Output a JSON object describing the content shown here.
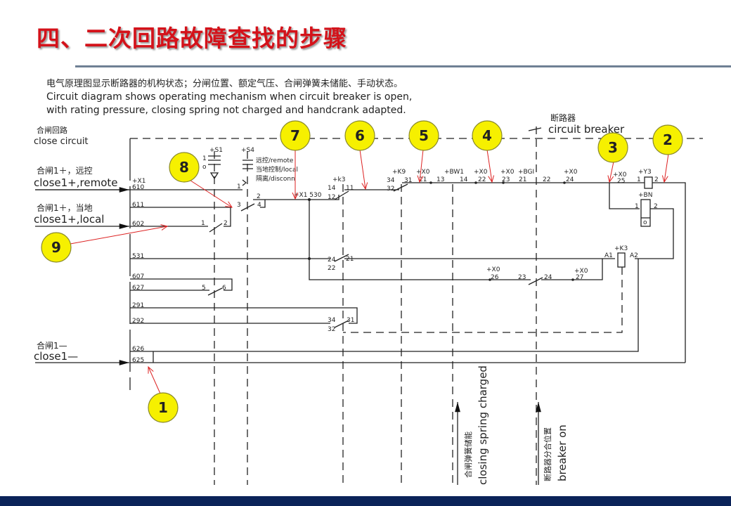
{
  "slide": {
    "title": "四、二次回路故障查找的步骤"
  },
  "diagram": {
    "note_cn": "电气原理图显示断路器的机构状态；分闸位置、额定气压、合闸弹簧未储能、手动状态。",
    "note_en_1": "Circuit diagram shows operating mechanism when circuit breaker is open,",
    "note_en_2": "with rating pressure, closing spring not charged and handcrank adapted.",
    "close_circuit_cn": "合闸回路",
    "close_circuit_en": "close circuit",
    "close_remote_cn": "合闸1＋，远控",
    "close_remote_en": "close1+,remote",
    "close_local_cn": "合闸1＋，当地",
    "close_local_en": "close1+,local",
    "close_minus_cn": "合闸1—",
    "close_minus_en": "close1—",
    "breaker_cn": "断路器",
    "breaker_en": "circuit breaker",
    "s4_remote": "远控/remote",
    "s4_local": "当地控制/local",
    "s4_disconn": "隔离/disconn",
    "spring_cn": "合闸弹簧储能",
    "spring_en": "closing spring charged",
    "breaker_on_cn": "断路器分合位置",
    "breaker_on_en": "breaker on",
    "labels": {
      "x1": "+X1",
      "t610": "610",
      "t611": "611",
      "t602": "602",
      "t531": "531",
      "t607": "607",
      "t627": "627",
      "t291": "291",
      "t292": "292",
      "t626": "626",
      "t625": "625",
      "s1": "+S1",
      "s4": "+S4",
      "s1_1": "1",
      "s1_0": "o",
      "c1": "1",
      "c2": "2",
      "c3": "3",
      "c4": "4",
      "c5": "5",
      "c6": "6",
      "x1_530": "+X1 530",
      "k3": "+k3",
      "k3_14": "14",
      "k3_12": "12",
      "k3_11": "11",
      "k3_24": "24",
      "k3_22": "22",
      "k3_21": "21",
      "k3_34": "34",
      "k3_32": "32",
      "k3_31": "31",
      "k9": "+K9",
      "k9_34": "34",
      "k9_32": "32",
      "k9_31": "31",
      "x0a": "+X0",
      "x0_21": "21",
      "bw1_13": "13",
      "bw1": "+BW1",
      "bw1_14": "14",
      "x0b": "+X0",
      "x0_22": "22",
      "x0c": "+X0",
      "x0_23": "23",
      "bg1": "+BGI",
      "bg1_21": "21",
      "bg1_22": "22",
      "x0d": "+X0",
      "x0_24": "24",
      "x0e": "+X0",
      "x0_25": "25",
      "y3": "+Y3",
      "y3_1": "1",
      "y3_2": "2",
      "bn": "+BN",
      "bn_1": "1",
      "bn_2": "2",
      "bn_o": "o",
      "kk3": "+K3",
      "a1": "A1",
      "a2": "A2",
      "x0f": "+X0",
      "x0_26": "26",
      "bg_23": "23",
      "bg_24": "24",
      "x0g": "+X0",
      "x0_27": "27"
    },
    "callouts": [
      "1",
      "2",
      "3",
      "4",
      "5",
      "6",
      "7",
      "8",
      "9"
    ],
    "colors": {
      "callout_fill": "#f6f000",
      "arrow": "#dd2222",
      "title": "#d4121a",
      "band": "#0b2359"
    }
  }
}
